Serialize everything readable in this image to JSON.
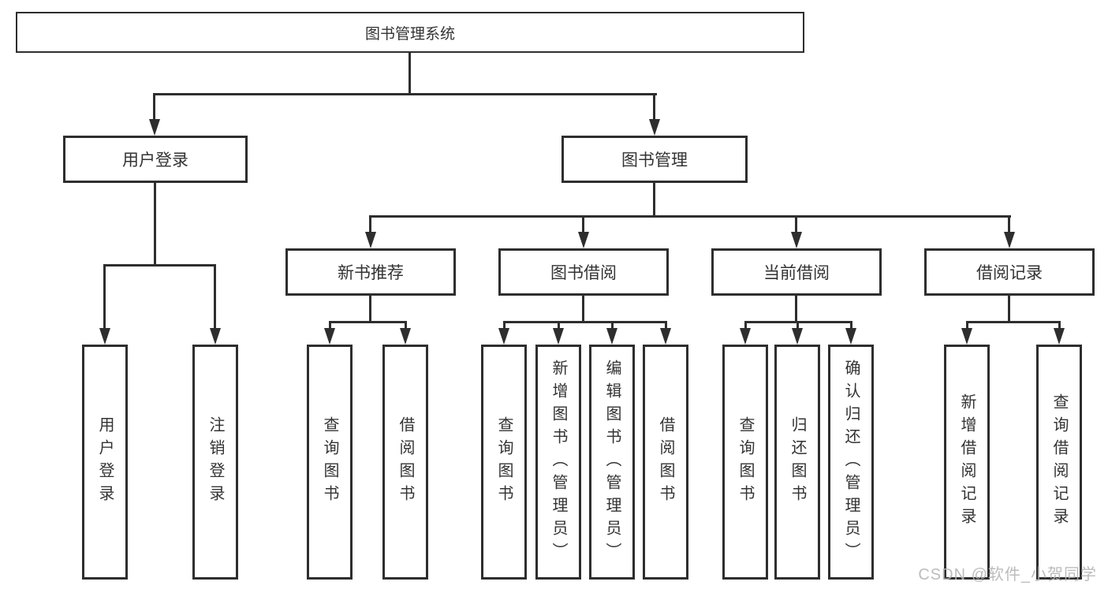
{
  "root": {
    "label": "图书管理系统"
  },
  "branches": [
    {
      "label": "用户登录",
      "children": [
        {
          "label": "用户登录"
        },
        {
          "label": "注销登录"
        }
      ]
    },
    {
      "label": "图书管理",
      "children": [
        {
          "label": "新书推荐",
          "children": [
            {
              "label": "查询图书"
            },
            {
              "label": "借阅图书"
            }
          ]
        },
        {
          "label": "图书借阅",
          "children": [
            {
              "label": "查询图书"
            },
            {
              "label": "新增图书（管理员）"
            },
            {
              "label": "编辑图书（管理员）"
            },
            {
              "label": "借阅图书"
            }
          ]
        },
        {
          "label": "当前借阅",
          "children": [
            {
              "label": "查询图书"
            },
            {
              "label": "归还图书"
            },
            {
              "label": "确认归还（管理员）"
            }
          ]
        },
        {
          "label": "借阅记录",
          "children": [
            {
              "label": "新增借阅记录"
            },
            {
              "label": "查询借阅记录"
            }
          ]
        }
      ]
    }
  ],
  "watermark": {
    "text": "CSDN @软件_小贺同学"
  },
  "colors": {
    "line": "#2e2e2e",
    "text": "#333333",
    "watermark": "#b5b5b5",
    "background": "#ffffff"
  }
}
